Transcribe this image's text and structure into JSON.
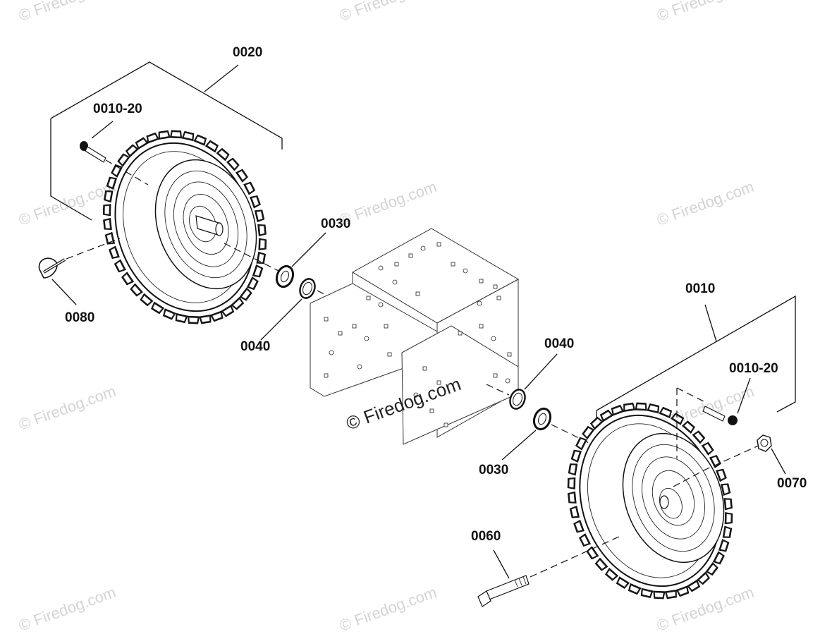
{
  "watermark": "© Firedog.com",
  "center_watermark": "© Firedog.com",
  "parts": [
    {
      "id": "p0020",
      "label": "0020"
    },
    {
      "id": "p0010_20_left",
      "label": "0010-20"
    },
    {
      "id": "p0080",
      "label": "0080"
    },
    {
      "id": "p0030_left",
      "label": "0030"
    },
    {
      "id": "p0040_left",
      "label": "0040"
    },
    {
      "id": "p0010",
      "label": "0010"
    },
    {
      "id": "p0040_right",
      "label": "0040"
    },
    {
      "id": "p0010_20_right",
      "label": "0010-20"
    },
    {
      "id": "p0030_right",
      "label": "0030"
    },
    {
      "id": "p0070",
      "label": "0070"
    },
    {
      "id": "p0060",
      "label": "0060"
    }
  ]
}
